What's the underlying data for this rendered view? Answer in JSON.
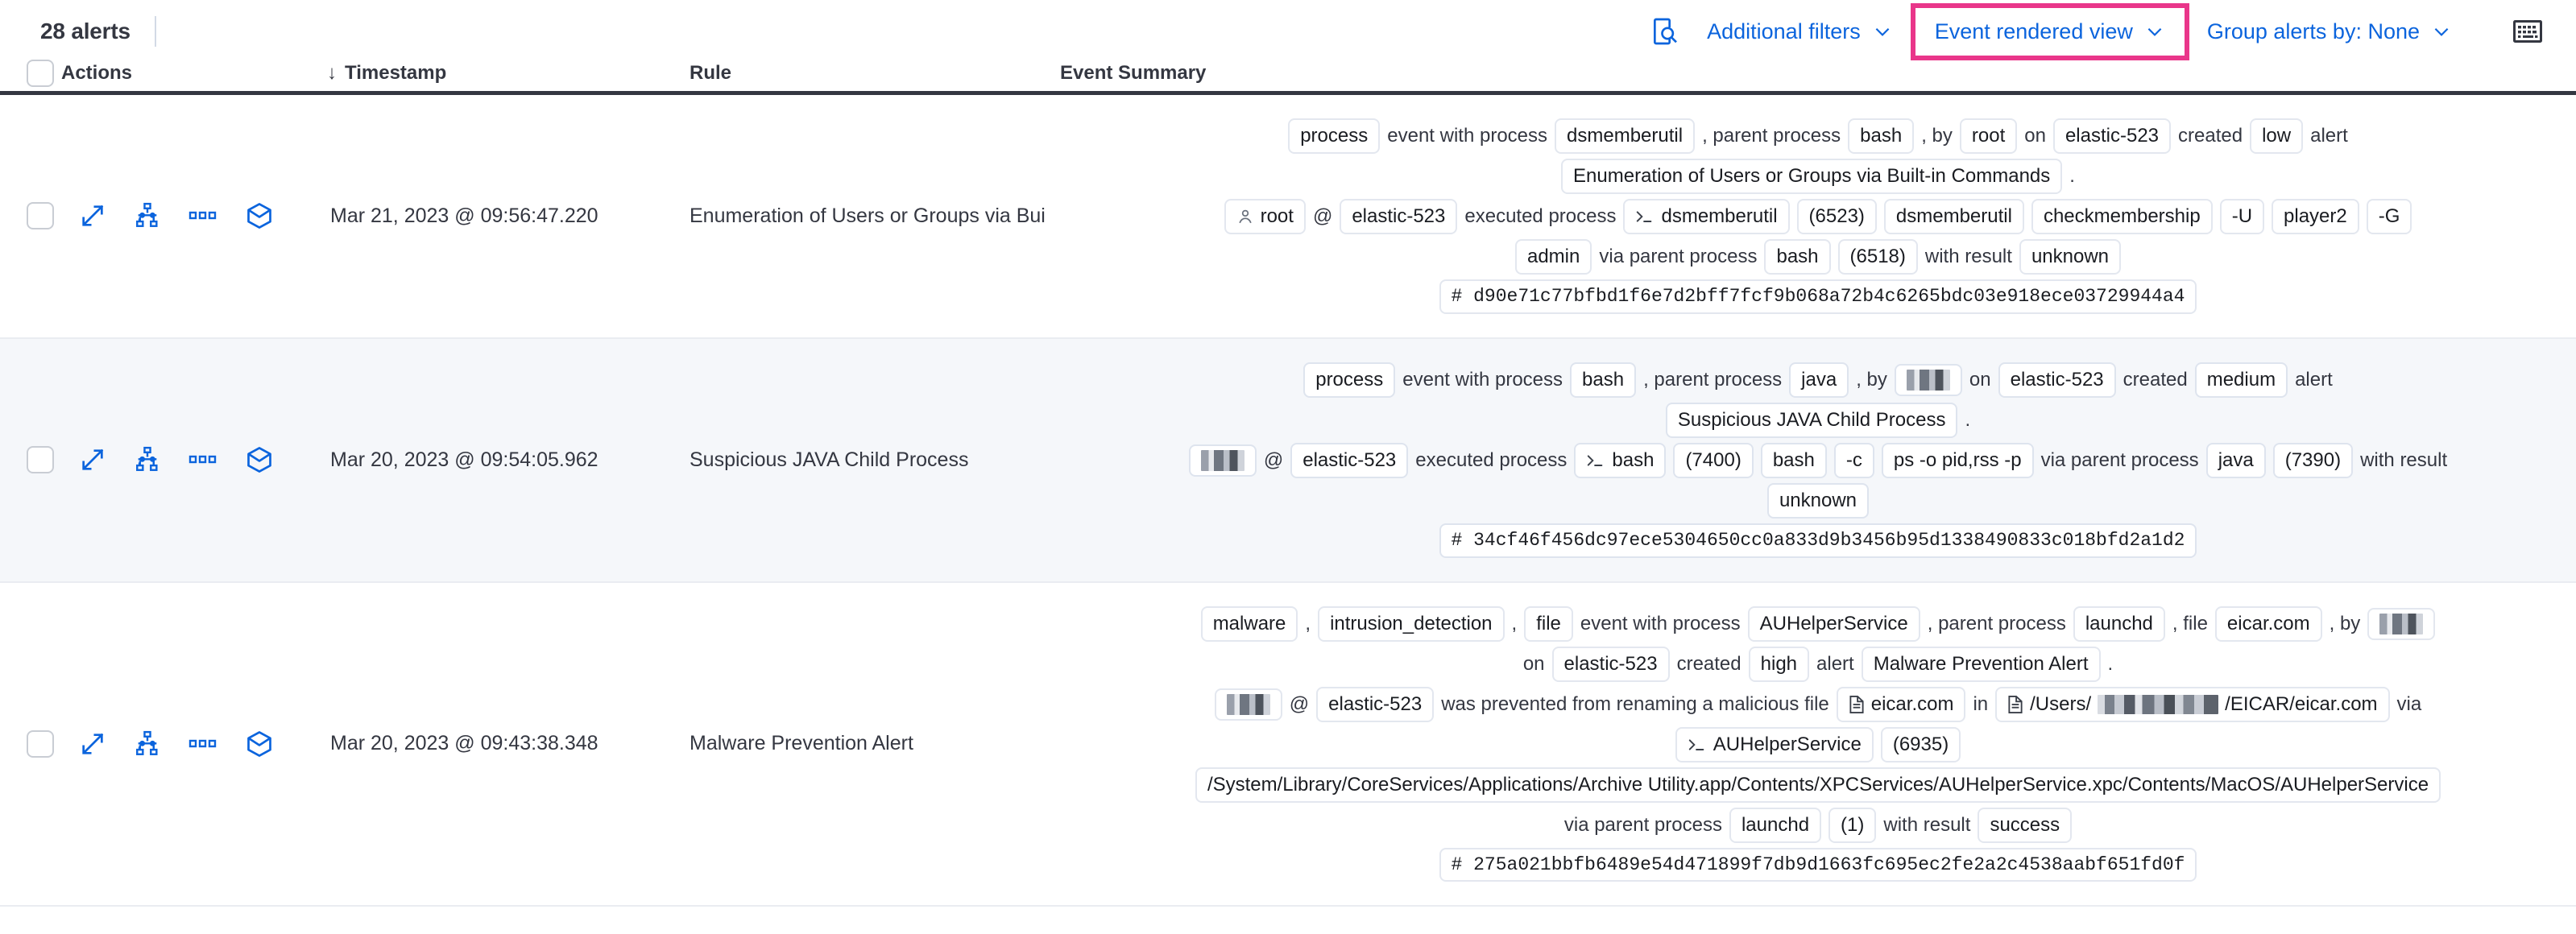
{
  "toolbar": {
    "alerts_count": "28 alerts",
    "search_icon": "inspect-search-icon",
    "additional_filters": "Additional filters",
    "event_rendered_view": "Event rendered view",
    "group_alerts_by": "Group alerts by: None",
    "keyboard_icon": "keyboard-icon",
    "highlight_color": "#E9368A",
    "link_color": "#0b64dd"
  },
  "table": {
    "headers": {
      "actions": "Actions",
      "timestamp": "Timestamp",
      "rule": "Rule",
      "event_summary": "Event Summary",
      "sort_arrow": "↓"
    },
    "row_actions": [
      "expand-icon",
      "analyze-event-icon",
      "more-actions-icon",
      "session-view-icon"
    ],
    "rows": [
      {
        "timestamp": "Mar 21, 2023 @ 09:56:47.220",
        "rule": "Enumeration of Users or Groups via Bui",
        "highlighted": false,
        "summary_lines": [
          [
            {
              "t": "badge",
              "v": "process"
            },
            {
              "t": "text",
              "v": "event with process"
            },
            {
              "t": "badge",
              "v": "dsmemberutil"
            },
            {
              "t": "punct",
              "v": ", parent process"
            },
            {
              "t": "badge",
              "v": "bash"
            },
            {
              "t": "punct",
              "v": ", by"
            },
            {
              "t": "badge",
              "v": "root"
            },
            {
              "t": "text",
              "v": "on"
            },
            {
              "t": "badge",
              "v": "elastic-523"
            },
            {
              "t": "text",
              "v": "created"
            },
            {
              "t": "badge",
              "v": "low"
            },
            {
              "t": "text",
              "v": "alert"
            }
          ],
          [
            {
              "t": "badge",
              "v": "Enumeration of Users or Groups via Built-in Commands"
            },
            {
              "t": "punct",
              "v": "."
            }
          ],
          [
            {
              "t": "badge",
              "v": "root",
              "icon": "user-icon"
            },
            {
              "t": "text",
              "v": "@"
            },
            {
              "t": "badge",
              "v": "elastic-523"
            },
            {
              "t": "text",
              "v": "executed process"
            },
            {
              "t": "badge",
              "v": "dsmemberutil",
              "icon": "terminal-icon"
            },
            {
              "t": "badge",
              "v": "(6523)"
            },
            {
              "t": "badge",
              "v": "dsmemberutil"
            },
            {
              "t": "badge",
              "v": "checkmembership"
            },
            {
              "t": "badge",
              "v": "-U"
            },
            {
              "t": "badge",
              "v": "player2"
            },
            {
              "t": "badge",
              "v": "-G"
            }
          ],
          [
            {
              "t": "badge",
              "v": "admin"
            },
            {
              "t": "text",
              "v": "via parent process"
            },
            {
              "t": "badge",
              "v": "bash"
            },
            {
              "t": "badge",
              "v": "(6518)"
            },
            {
              "t": "text",
              "v": "with result"
            },
            {
              "t": "badge",
              "v": "unknown"
            }
          ],
          [
            {
              "t": "badge",
              "v": "#  d90e71c77bfbd1f6e7d2bff7fcf9b068a72b4c6265bdc03e918ece03729944a4",
              "mono": true
            }
          ]
        ]
      },
      {
        "timestamp": "Mar 20, 2023 @ 09:54:05.962",
        "rule": "Suspicious JAVA Child Process",
        "highlighted": true,
        "summary_lines": [
          [
            {
              "t": "badge",
              "v": "process"
            },
            {
              "t": "text",
              "v": "event with process"
            },
            {
              "t": "badge",
              "v": "bash"
            },
            {
              "t": "punct",
              "v": ", parent process"
            },
            {
              "t": "badge",
              "v": "java"
            },
            {
              "t": "punct",
              "v": ", by"
            },
            {
              "t": "badge",
              "v": "",
              "redact": "wide"
            },
            {
              "t": "text",
              "v": "on"
            },
            {
              "t": "badge",
              "v": "elastic-523"
            },
            {
              "t": "text",
              "v": "created"
            },
            {
              "t": "badge",
              "v": "medium"
            },
            {
              "t": "text",
              "v": "alert"
            }
          ],
          [
            {
              "t": "badge",
              "v": "Suspicious JAVA Child Process"
            },
            {
              "t": "punct",
              "v": "."
            }
          ],
          [
            {
              "t": "badge",
              "v": "",
              "redact": "wide"
            },
            {
              "t": "text",
              "v": "@"
            },
            {
              "t": "badge",
              "v": "elastic-523"
            },
            {
              "t": "text",
              "v": "executed process"
            },
            {
              "t": "badge",
              "v": "bash",
              "icon": "terminal-icon"
            },
            {
              "t": "badge",
              "v": "(7400)"
            },
            {
              "t": "badge",
              "v": "bash"
            },
            {
              "t": "badge",
              "v": "-c"
            },
            {
              "t": "badge",
              "v": "ps -o pid,rss -p"
            },
            {
              "t": "text",
              "v": "via parent process"
            },
            {
              "t": "badge",
              "v": "java"
            },
            {
              "t": "badge",
              "v": "(7390)"
            },
            {
              "t": "text",
              "v": "with result"
            }
          ],
          [
            {
              "t": "badge",
              "v": "unknown"
            }
          ],
          [
            {
              "t": "badge",
              "v": "#  34cf46f456dc97ece5304650cc0a833d9b3456b95d1338490833c018bfd2a1d2",
              "mono": true
            }
          ]
        ]
      },
      {
        "timestamp": "Mar 20, 2023 @ 09:43:38.348",
        "rule": "Malware Prevention Alert",
        "highlighted": false,
        "summary_lines": [
          [
            {
              "t": "badge",
              "v": "malware"
            },
            {
              "t": "punct",
              "v": ","
            },
            {
              "t": "badge",
              "v": "intrusion_detection"
            },
            {
              "t": "punct",
              "v": ","
            },
            {
              "t": "badge",
              "v": "file"
            },
            {
              "t": "text",
              "v": "event with process"
            },
            {
              "t": "badge",
              "v": "AUHelperService"
            },
            {
              "t": "punct",
              "v": ", parent process"
            },
            {
              "t": "badge",
              "v": "launchd"
            },
            {
              "t": "punct",
              "v": ", file"
            },
            {
              "t": "badge",
              "v": "eicar.com"
            },
            {
              "t": "punct",
              "v": ", by"
            },
            {
              "t": "badge",
              "v": "",
              "redact": "wide"
            }
          ],
          [
            {
              "t": "text",
              "v": "on"
            },
            {
              "t": "badge",
              "v": "elastic-523"
            },
            {
              "t": "text",
              "v": "created"
            },
            {
              "t": "badge",
              "v": "high"
            },
            {
              "t": "text",
              "v": "alert"
            },
            {
              "t": "badge",
              "v": "Malware Prevention Alert"
            },
            {
              "t": "punct",
              "v": "."
            }
          ],
          [
            {
              "t": "badge",
              "v": "",
              "redact": "wide"
            },
            {
              "t": "text",
              "v": "@"
            },
            {
              "t": "badge",
              "v": "elastic-523"
            },
            {
              "t": "text",
              "v": "was prevented from renaming a malicious file"
            },
            {
              "t": "badge",
              "v": "eicar.com",
              "icon": "file-icon"
            },
            {
              "t": "text",
              "v": "in"
            },
            {
              "t": "badge",
              "v": "/Users/",
              "suffix": "/EICAR/eicar.com",
              "icon": "file-icon",
              "redact": "path"
            },
            {
              "t": "text",
              "v": "via"
            }
          ],
          [
            {
              "t": "badge",
              "v": "AUHelperService",
              "icon": "terminal-icon"
            },
            {
              "t": "badge",
              "v": "(6935)"
            }
          ],
          [
            {
              "t": "badge",
              "v": "/System/Library/CoreServices/Applications/Archive Utility.app/Contents/XPCServices/AUHelperService.xpc/Contents/MacOS/AUHelperService"
            }
          ],
          [
            {
              "t": "text",
              "v": "via parent process"
            },
            {
              "t": "badge",
              "v": "launchd"
            },
            {
              "t": "badge",
              "v": "(1)"
            },
            {
              "t": "text",
              "v": "with result"
            },
            {
              "t": "badge",
              "v": "success"
            }
          ],
          [
            {
              "t": "badge",
              "v": "#  275a021bbfb6489e54d471899f7db9d1663fc695ec2fe2a2c4538aabf651fd0f",
              "mono": true
            }
          ]
        ]
      }
    ]
  }
}
